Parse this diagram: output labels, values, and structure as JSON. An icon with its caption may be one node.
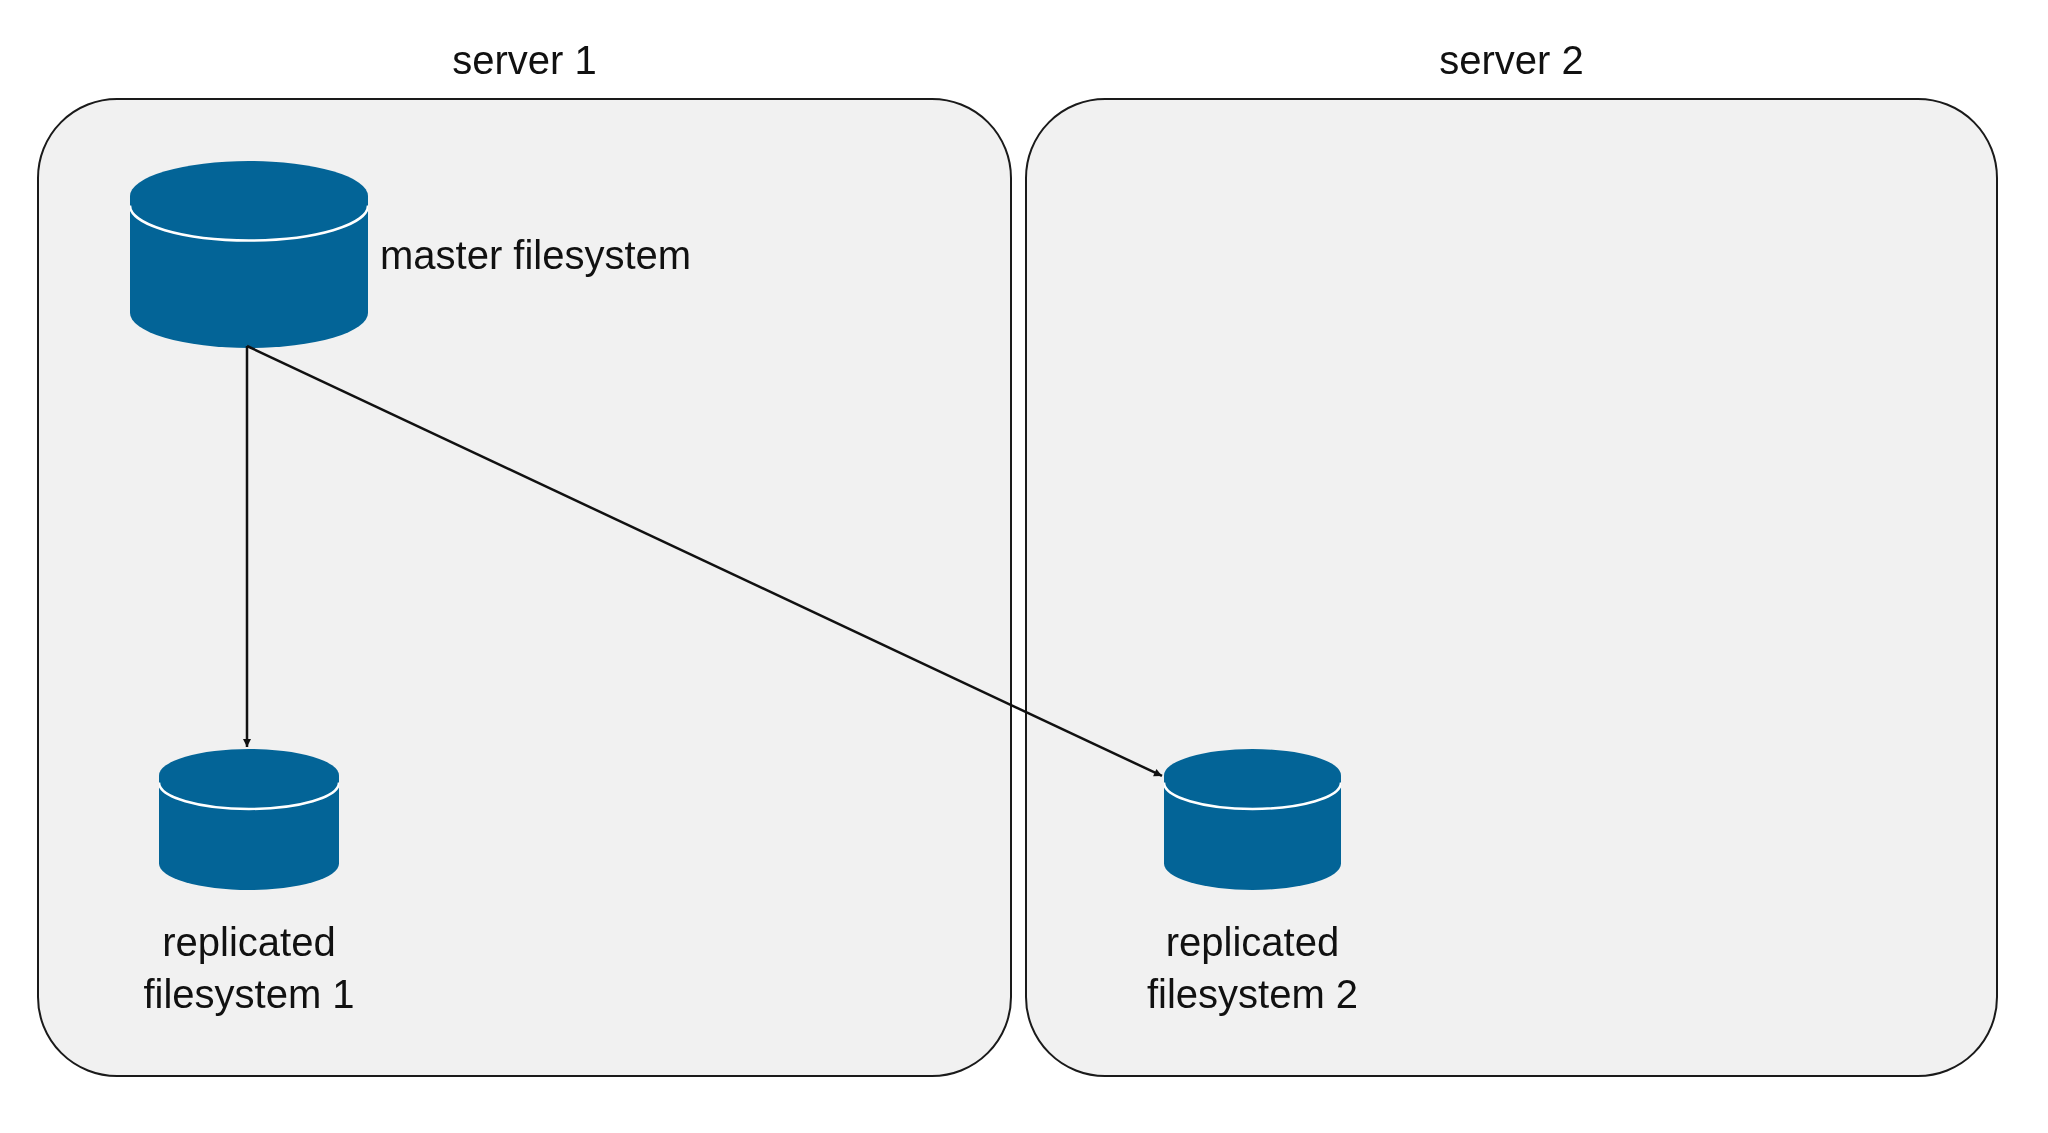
{
  "diagram": {
    "nodes": [
      {
        "text": [
          "server 1"
        ]
      },
      {
        "text": [
          "server 2"
        ]
      },
      {
        "text": [
          "master filesystem"
        ],
        "in": 0
      },
      {
        "text": [
          "replicated filesystem 1"
        ],
        "in": 0
      },
      {
        "text": [
          "replicated filesystem 2"
        ],
        "in": 1
      }
    ],
    "edges": [
      {
        "from": 2,
        "to": 3,
        "arrow": "to"
      },
      {
        "from": 2,
        "to": 4,
        "arrow": "to"
      }
    ]
  }
}
